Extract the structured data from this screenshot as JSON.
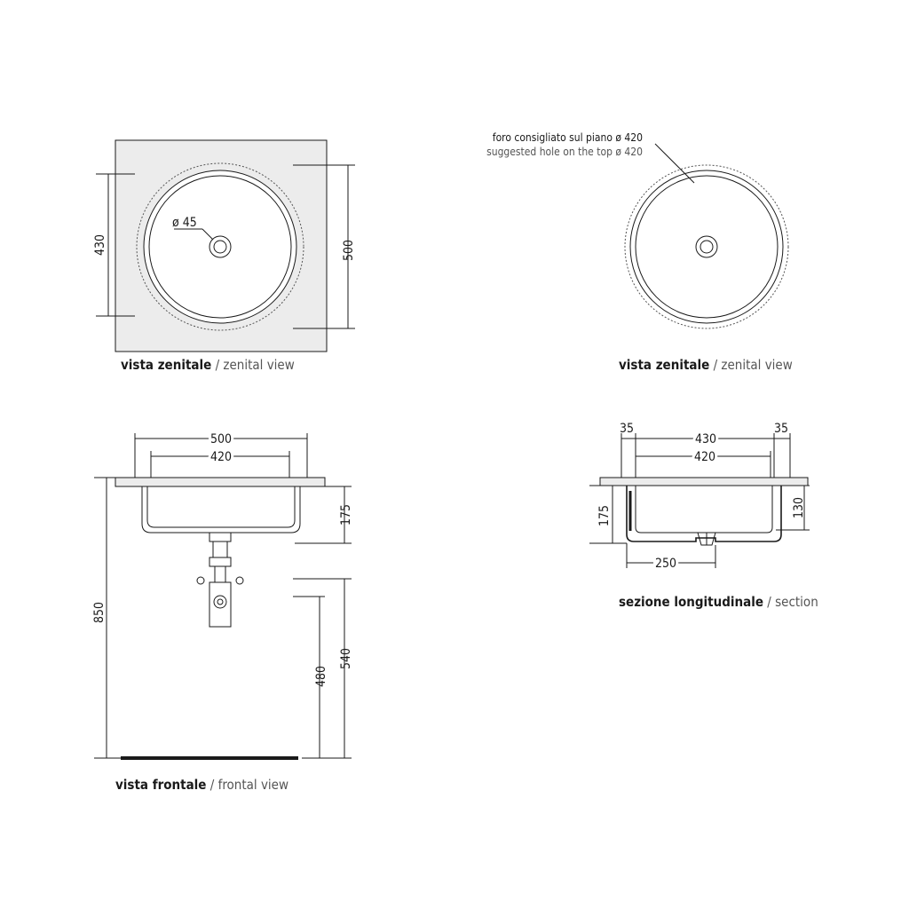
{
  "views": {
    "top_left": {
      "hole_dim": "ø 45",
      "dim_left": "430",
      "dim_right": "500",
      "caption_bold": "vista zenitale",
      "caption_sep": " / ",
      "caption_light": "zenital view"
    },
    "top_right": {
      "note_line1": "foro consigliato sul piano ø 420",
      "note_line2": "suggested hole on the top ø 420",
      "caption_bold": "vista zenitale",
      "caption_sep": " / ",
      "caption_light": "zenital view"
    },
    "front": {
      "dim_top_outer": "500",
      "dim_top_inner": "420",
      "dim_depth": "175",
      "dim_height_total": "850",
      "dim_540": "540",
      "dim_480": "480",
      "caption_bold": "vista frontale",
      "caption_sep": " / ",
      "caption_light": "frontal view"
    },
    "section": {
      "dim_left_35": "35",
      "dim_430": "430",
      "dim_right_35": "35",
      "dim_420": "420",
      "dim_175": "175",
      "dim_130": "130",
      "dim_250": "250",
      "caption_bold": "sezione longitudinale",
      "caption_sep": " / ",
      "caption_light": "section"
    }
  },
  "colors": {
    "line": "#1a1a1a",
    "slab_fill": "#ececec",
    "light_text": "#555555"
  }
}
